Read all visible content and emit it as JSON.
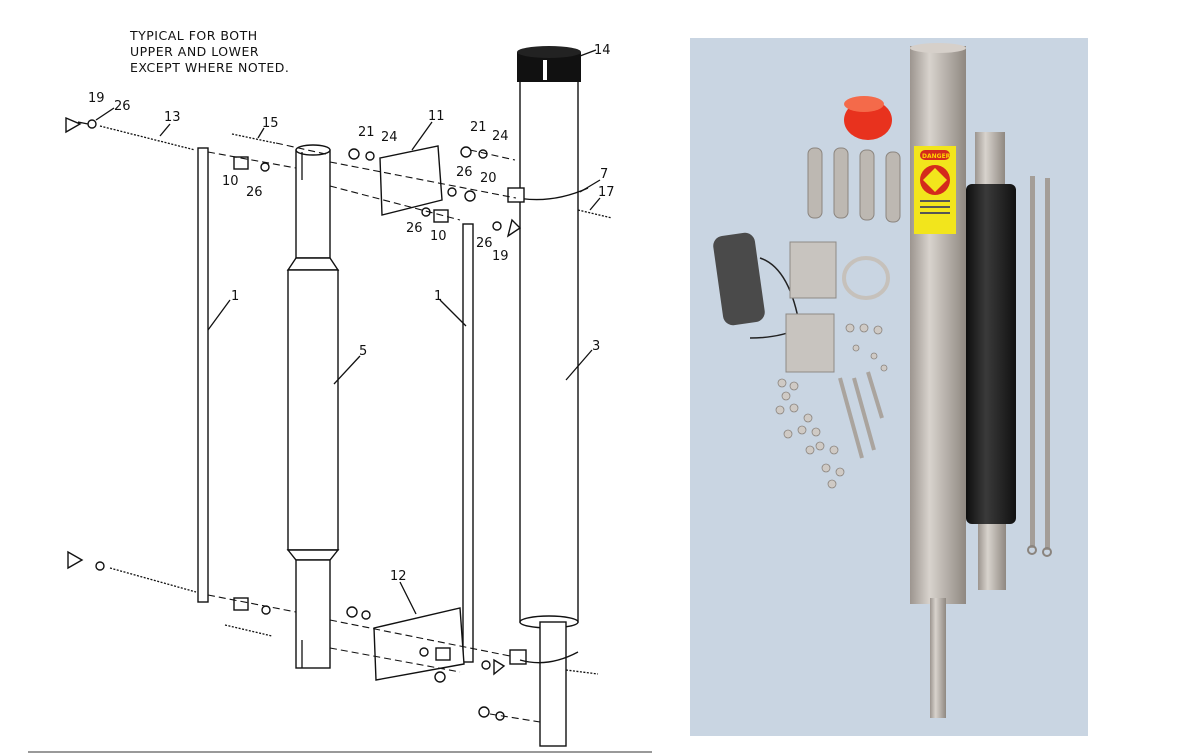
{
  "diagram": {
    "note_lines": [
      "TYPICAL FOR BOTH",
      "UPPER AND LOWER",
      "EXCEPT WHERE NOTED."
    ],
    "callouts": [
      "19",
      "26",
      "13",
      "15",
      "11",
      "21",
      "24",
      "21",
      "24",
      "14",
      "26",
      "20",
      "7",
      "17",
      "10",
      "26",
      "26",
      "10",
      "26",
      "19",
      "1",
      "5",
      "1",
      "3",
      "12"
    ]
  },
  "photo": {
    "label_text": "DANGER",
    "colors": {
      "background": "#c9d5e2",
      "label": "#f2e51c",
      "cap": "#e8321e",
      "sleeve": "#1c1c1c",
      "aluminum": "#b9b3ad"
    }
  }
}
